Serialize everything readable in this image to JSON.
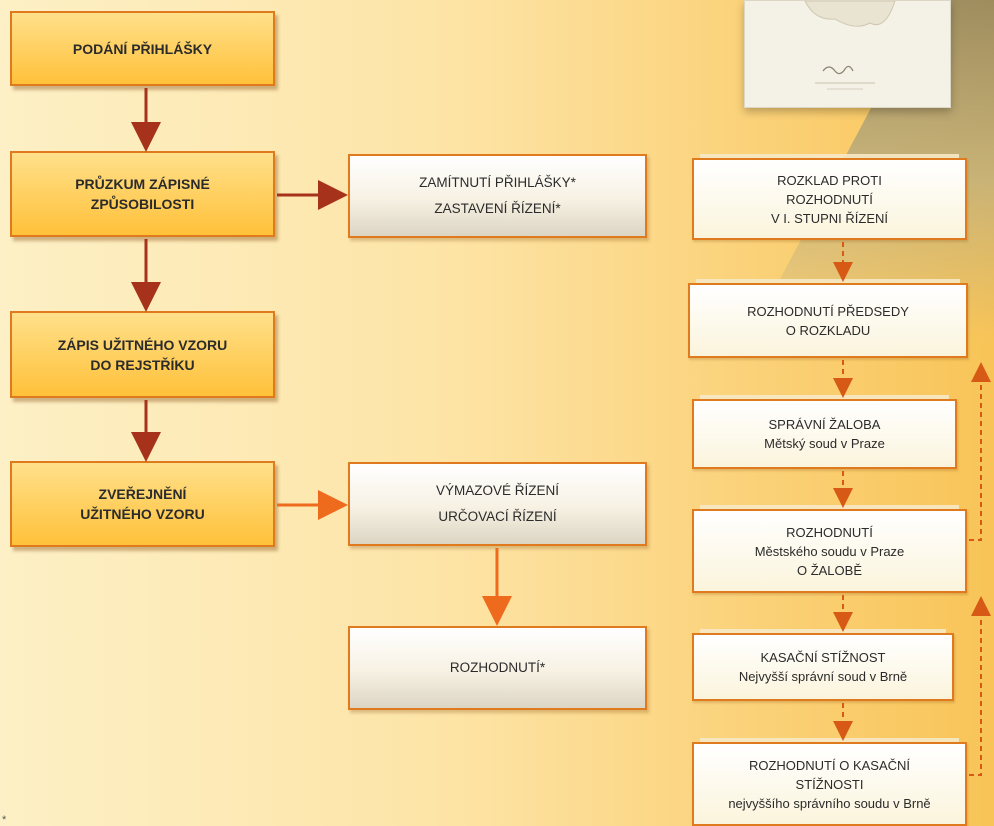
{
  "colors": {
    "main_fill": "#ffc13a",
    "border": "#e07a1f",
    "arrow_dark": "#a6321b",
    "arrow_orange": "#ee6a1d",
    "arrow_dashed": "#d65a15",
    "background": "#fde4a6"
  },
  "left_flow": [
    {
      "label": "PODÁNÍ PŘIHLÁŠKY"
    },
    {
      "label": "PRŮZKUM ZÁPISNÉ\nZPŮSOBILOSTI"
    },
    {
      "label": "ZÁPIS UŽITNÉHO VZORU\nDO REJSTŘÍKU"
    },
    {
      "label": "ZVEŘEJNĚNÍ\nUŽITNÉHO VZORU"
    }
  ],
  "middle": {
    "rejection": "ZAMÍTNUTÍ PŘIHLÁŠKY*\nZASTAVENÍ ŘÍZENÍ*",
    "proceedings": "VÝMAZOVÉ ŘÍZENÍ\nURČOVACÍ ŘÍZENÍ",
    "decision": "ROZHODNUTÍ*"
  },
  "right_flow": [
    {
      "label": "ROZKLAD PROTI\nROZHODNUTÍ\nV I. STUPNI ŘÍZENÍ"
    },
    {
      "label": "ROZHODNUTÍ PŘEDSEDY\nO ROZKLADU"
    },
    {
      "label": "SPRÁVNÍ ŽALOBA\nMětský soud v Praze"
    },
    {
      "label": "ROZHODNUTÍ\nMěstského soudu v Praze\nO ŽALOBĚ"
    },
    {
      "label": "KASAČNÍ STÍŽNOST\nNejvyšší správní soud v Brně"
    },
    {
      "label": "ROZHODNUTÍ O KASAČNÍ\nSTÍŽNOSTI\nnejvyššího správního soudu v Brně"
    }
  ],
  "footnote": "*"
}
